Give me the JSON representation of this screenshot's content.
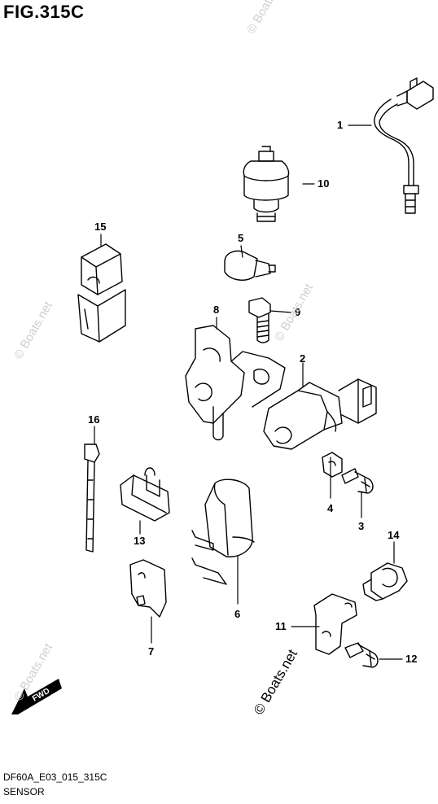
{
  "figure": {
    "title": "FIG.315C",
    "code": "DF60A_E03_015_315C",
    "caption": "SENSOR"
  },
  "callouts": [
    "1",
    "2",
    "3",
    "4",
    "5",
    "6",
    "7",
    "8",
    "9",
    "10",
    "11",
    "12",
    "13",
    "14",
    "15",
    "16"
  ],
  "watermarks": {
    "light": "© Boats.net",
    "dark": "© Boats.net"
  },
  "fwd_label": "FWD"
}
